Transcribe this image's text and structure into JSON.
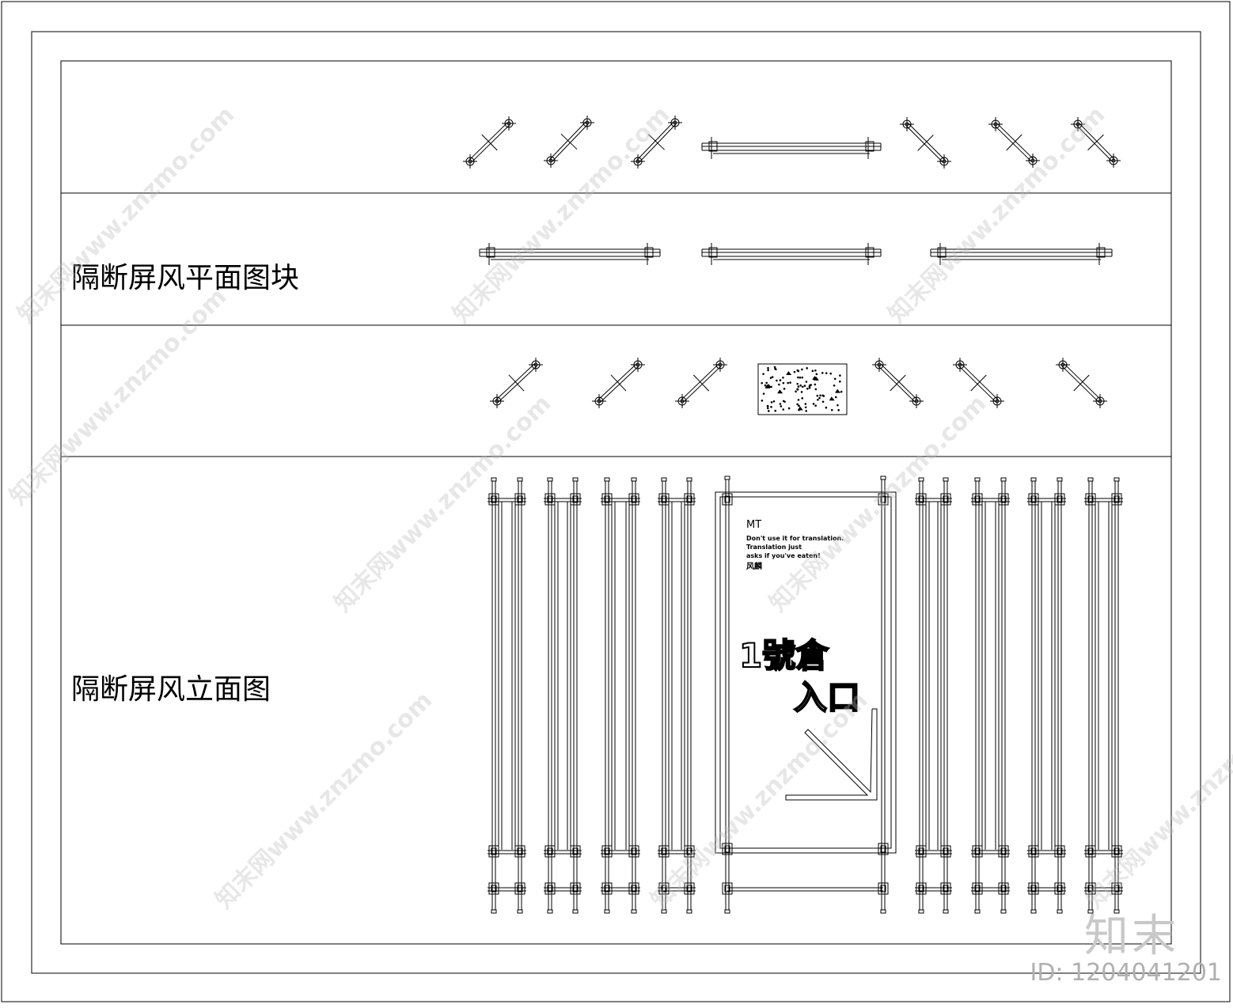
{
  "labels": {
    "plan": "隔断屏风平面图块",
    "elevation": "隔断屏风立面图"
  },
  "sign": {
    "code": "MT",
    "line1": "Don't use it for translation.",
    "line2": "Translation just",
    "line3": "asks if you've eaten!",
    "cn": "风麟",
    "big1": "1號倉",
    "big2": "入口"
  },
  "watermark": {
    "text": "知末网www.znzmo.com",
    "brand": "知末",
    "id": "ID: 1204041201"
  }
}
